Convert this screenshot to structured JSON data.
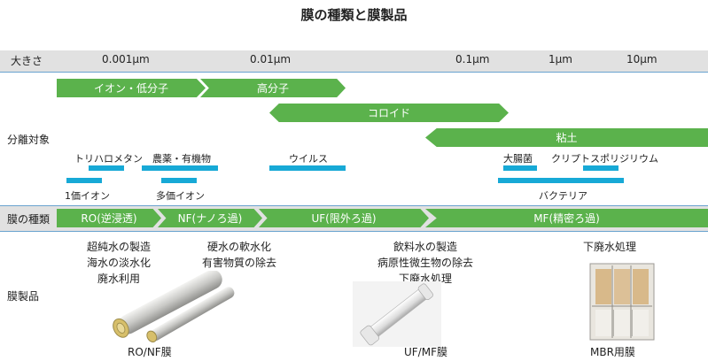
{
  "title": "膜の種類と膜製品",
  "size_label": "大きさ",
  "scale": [
    "0.001μm",
    "0.01μm",
    "0.1μm",
    "1μm",
    "10μm"
  ],
  "sep_label": "分離対象",
  "sep_bars": {
    "ion_low": "イオン・低分子",
    "polymer": "高分子",
    "colloid": "コロイド",
    "clay": "粘土"
  },
  "targets": {
    "trihalomethane": "トリハロメタン",
    "monovalent_ion": "1価イオン",
    "pesticides": "農薬・有機物",
    "multivalent_ion": "多価イオン",
    "virus": "ウイルス",
    "e_coli": "大腸菌",
    "cryptosporidium": "クリプトスポリジリウム",
    "bacteria": "バクテリア"
  },
  "membrane_label": "膜の種類",
  "membranes": {
    "ro": "RO(逆浸透)",
    "nf": "NF(ナノろ過)",
    "uf": "UF(限外ろ過)",
    "mf": "MF(精密ろ過)"
  },
  "products_label": "膜製品",
  "uses": {
    "ro": [
      "超純水の製造",
      "海水の淡水化",
      "廃水利用"
    ],
    "nf": [
      "硬水の軟水化",
      "有害物質の除去"
    ],
    "ufmf": [
      "飲料水の製造",
      "病原性微生物の除去",
      "下廃水処理"
    ],
    "mbr": [
      "下廃水処理"
    ]
  },
  "products": {
    "ronf": "RO/NF膜",
    "ufmf": "UF/MF膜",
    "mbr": "MBR用膜"
  },
  "colors": {
    "green": "#5bb24c",
    "cyan": "#17a9d6",
    "band": "#e1e1e1",
    "line": "#6aa3cf"
  }
}
